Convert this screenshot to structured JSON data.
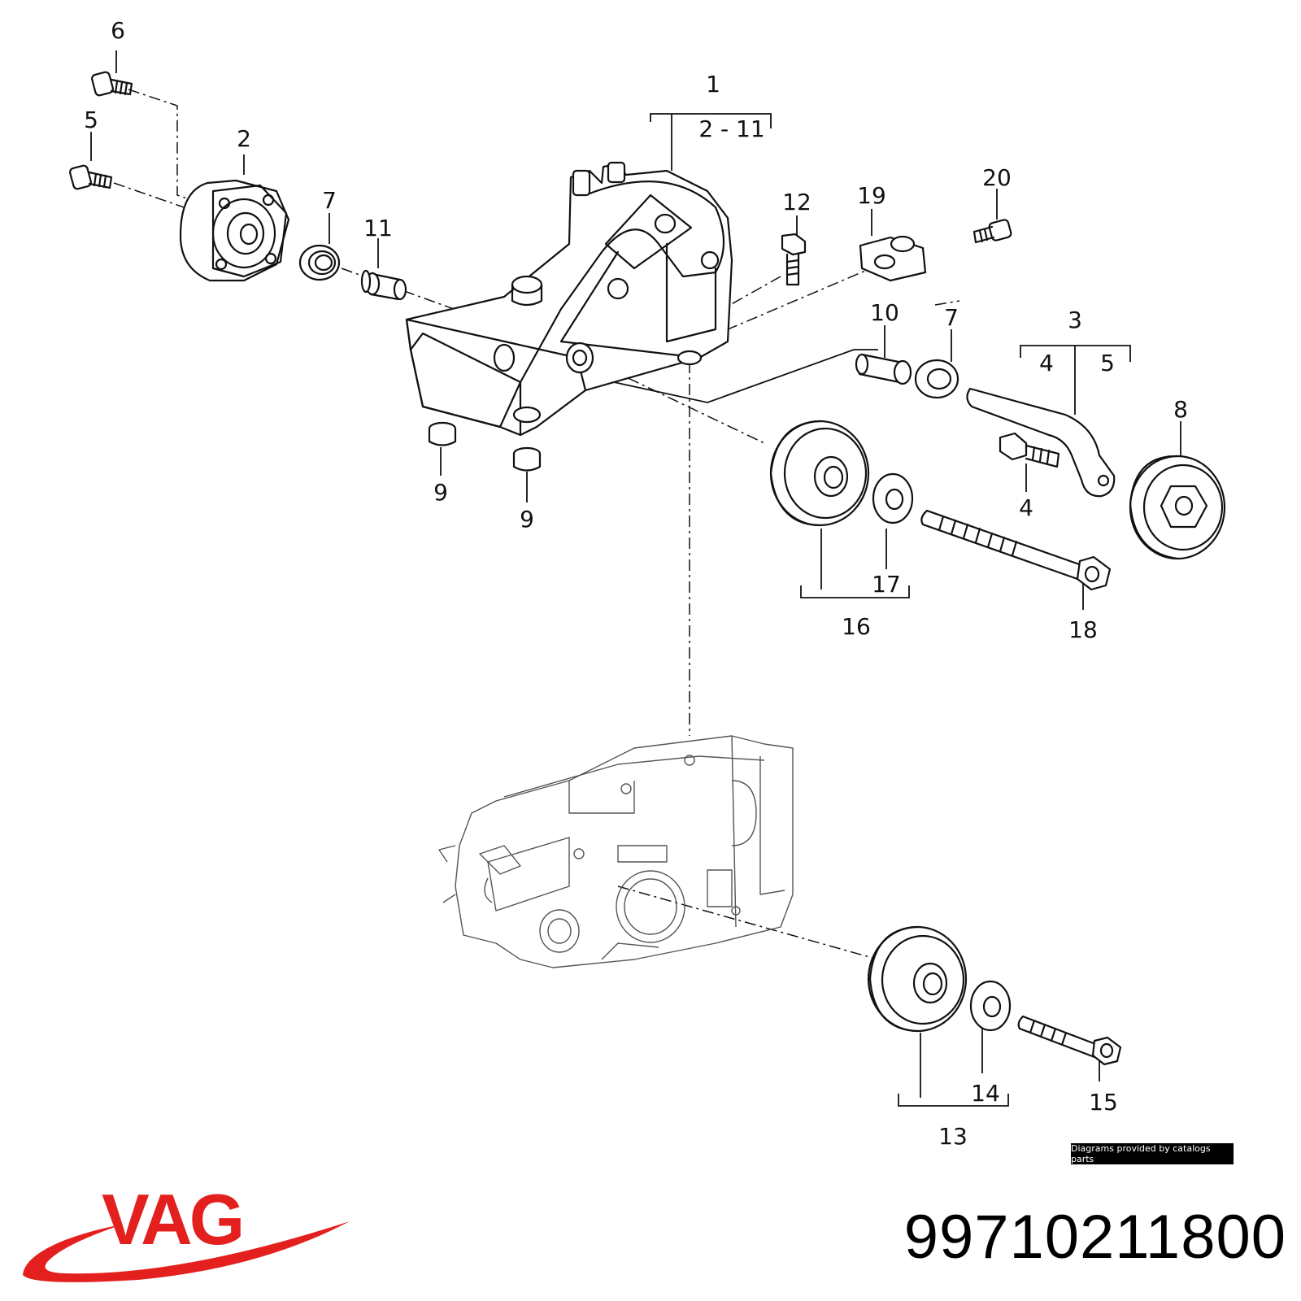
{
  "diagram": {
    "callouts": {
      "c1": "1",
      "c1_range": "2 - 11",
      "c2": "2",
      "c3": "3",
      "c3_sub4": "4",
      "c3_sub5": "5",
      "c4": "4",
      "c5": "5",
      "c6": "6",
      "c7a": "7",
      "c7b": "7",
      "c8": "8",
      "c9a": "9",
      "c9b": "9",
      "c10": "10",
      "c11": "11",
      "c12": "12",
      "c13": "13",
      "c14": "14",
      "c15": "15",
      "c16": "16",
      "c17": "17",
      "c18": "18",
      "c19": "19",
      "c20": "20"
    },
    "credit": "Diagrams provided by catalogs parts"
  },
  "brand": {
    "logo_text": "VAG",
    "logo_color": "#e4201f"
  },
  "part_number": "99710211800"
}
